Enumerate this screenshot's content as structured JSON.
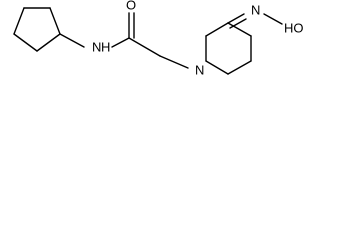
{
  "molecule": {
    "atom_labels": {
      "amide_nitrogen": "N",
      "amide_hydrogen": "H",
      "carbonyl_oxygen": "O",
      "piperidine_nitrogen": "N",
      "oxime_nitrogen": "N",
      "hydroxyl": "HO"
    },
    "line_color": "#000000"
  }
}
